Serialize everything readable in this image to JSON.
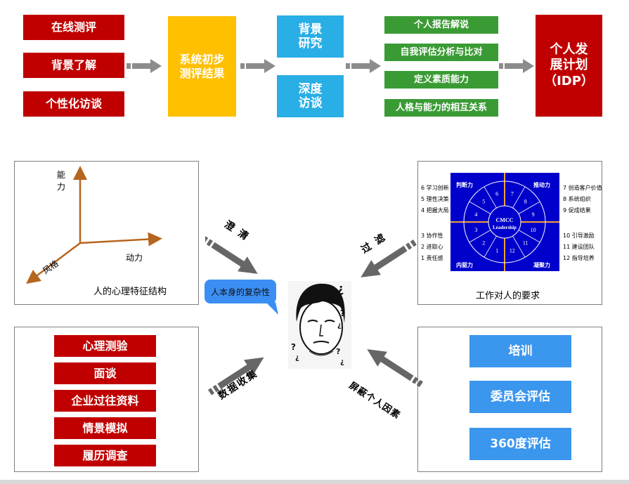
{
  "top": {
    "inputs": [
      "在线测评",
      "背景了解",
      "个性化访谈"
    ],
    "preliminary": "系统初步测评结果",
    "research": [
      "背景研究",
      "深度访谈"
    ],
    "analysis": [
      "个人报告解说",
      "自我评估分析与比对",
      "定义素质能力",
      "人格与能力的相互关系"
    ],
    "idp": [
      "个人发展计划",
      "（IDP）"
    ]
  },
  "left_top": {
    "axis_y": "能力",
    "axis_x": "动力",
    "axis_z": "风格",
    "caption": "人的心理特征结构"
  },
  "right_top": {
    "quadrants": [
      "判断力",
      "推动力",
      "内驱力",
      "凝聚力"
    ],
    "center": [
      "CMCC",
      "Leadership"
    ],
    "numbers": [
      "1",
      "2",
      "3",
      "4",
      "5",
      "6",
      "7",
      "8",
      "9",
      "10",
      "11",
      "12"
    ],
    "left_items": [
      "6 学习创新",
      "5 理性决策",
      "4 把握大局",
      "3 协作性",
      "2 进取心",
      "1 责任感"
    ],
    "right_items": [
      "7 创造客户价值",
      "8 系统组织",
      "9 促成结果",
      "10 引导激励",
      "11 建设团队",
      "12 指导培养"
    ],
    "caption": "工作对人的要求"
  },
  "left_bottom": {
    "items": [
      "心理测验",
      "面谈",
      "企业过往资料",
      "情景模拟",
      "履历调查"
    ]
  },
  "right_bottom": {
    "items": [
      "培训",
      "委员会评估",
      "360度评估"
    ]
  },
  "center": {
    "bubble": "人本身的复杂性",
    "arrow_labels": [
      "澄 清",
      "过 滤",
      "数据收集",
      "屏蔽个人因素"
    ]
  },
  "colors": {
    "red": "#c00000",
    "yellow": "#ffc000",
    "cyan": "#29aee6",
    "green": "#3a9b35",
    "blue": "#3b96ee",
    "wheel": "#0000cc",
    "axis": "#b5651d"
  }
}
